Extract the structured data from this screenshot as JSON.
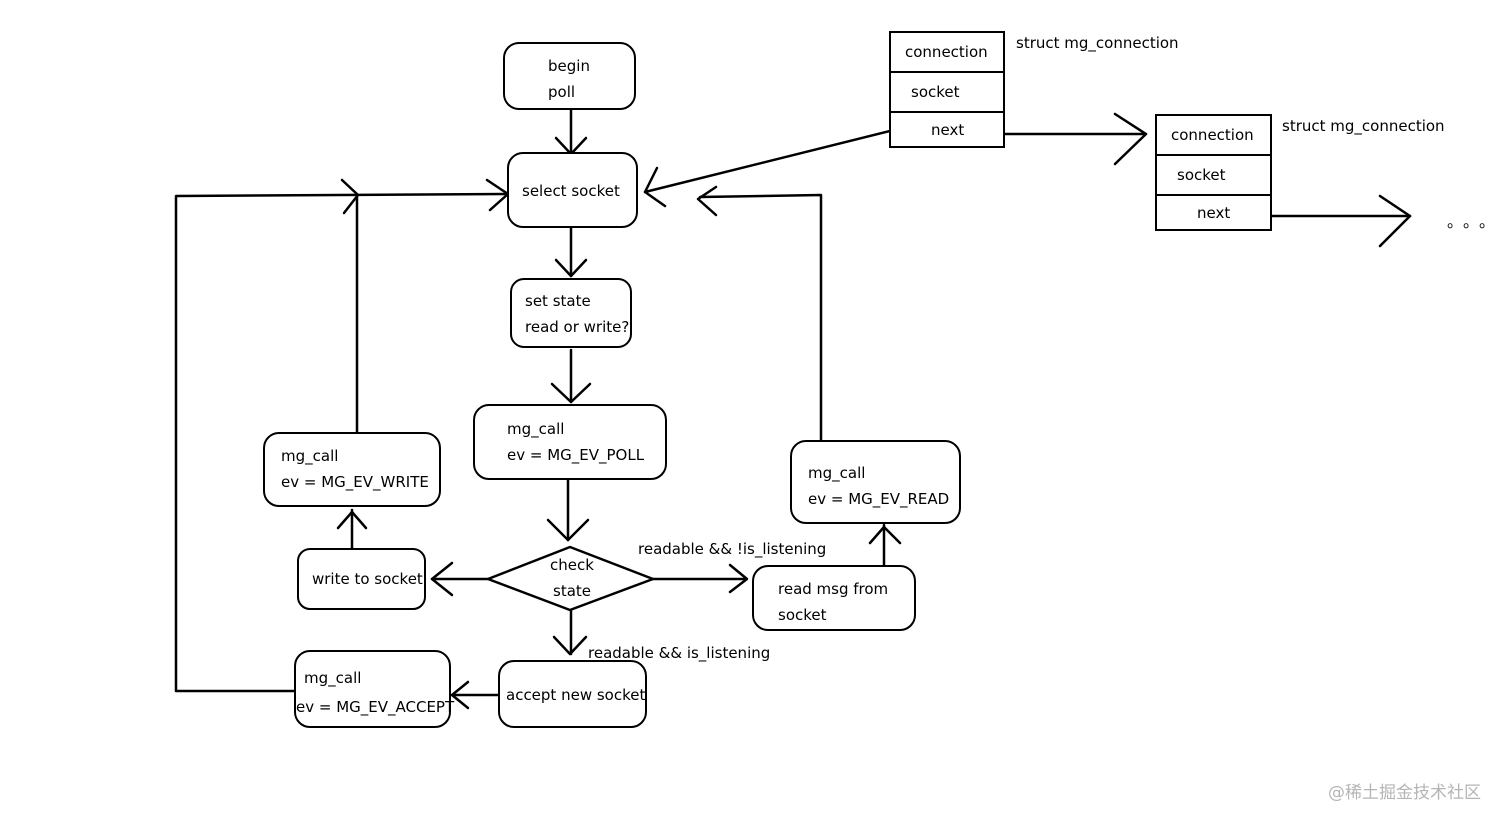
{
  "nodes": {
    "begin": [
      "begin",
      "poll"
    ],
    "select_socket": "select socket",
    "set_state": [
      "set state",
      "read or write?"
    ],
    "mg_call_poll": [
      "mg_call",
      "ev = MG_EV_POLL"
    ],
    "check_state": [
      "check",
      "state"
    ],
    "mg_call_write": [
      "mg_call",
      "ev = MG_EV_WRITE"
    ],
    "write_to_socket": "write to socket",
    "mg_call_read": [
      "mg_call",
      "ev = MG_EV_READ"
    ],
    "read_msg": [
      "read msg from",
      "socket"
    ],
    "accept_new_socket": "accept new socket",
    "mg_call_accept": [
      "mg_call",
      "ev = MG_EV_ACCEPT"
    ]
  },
  "edge_labels": {
    "readable_not_listening": "readable && !is_listening",
    "readable_listening": "readable && is_listening"
  },
  "structs": [
    {
      "name": "struct mg_connection",
      "fields": [
        "connection",
        "socket",
        "next"
      ]
    },
    {
      "name": "struct mg_connection",
      "fields": [
        "connection",
        "socket",
        "next"
      ]
    }
  ],
  "ellipsis": "。。。",
  "watermark": "@稀土掘金技术社区"
}
